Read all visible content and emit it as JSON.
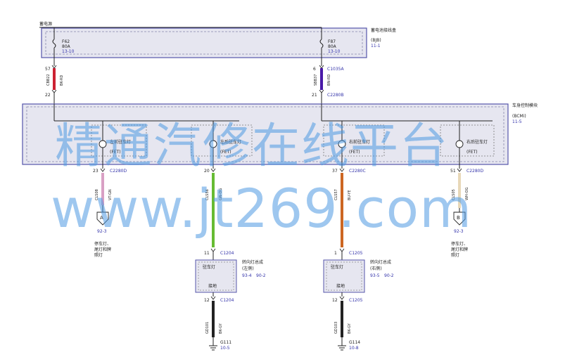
{
  "colors": {
    "frame": "#5555aa",
    "box_fill": "#e6e6f0",
    "wire_red": "#cc2233",
    "wire_purple": "#4a1aa8",
    "wire_pink": "#d9a0c4",
    "wire_green": "#66bb33",
    "wire_orange": "#cc6622",
    "wire_tan": "#e8d8b8",
    "wire_black": "#222222",
    "label_blue": "#3333aa",
    "watermark": "#4f9be3"
  },
  "top": {
    "power_label": "蓄电源",
    "fuse_left": {
      "name": "F62",
      "rating": "80A",
      "ref": "13-10"
    },
    "fuse_right": {
      "name": "F87",
      "rating": "80A",
      "ref": "13-10"
    },
    "box_title": "蓄电池接线盒",
    "box_sub": "(BJB)",
    "box_ref": "11-1"
  },
  "links": {
    "left": {
      "pin_top": "57",
      "pin_bottom": "22",
      "code": "CBB22",
      "color": "BK-RD"
    },
    "right": {
      "pin_top": "6",
      "conn_top": "C1035A",
      "pin_bottom": "21",
      "conn_bottom": "C2280B",
      "code": "SBB37",
      "color": "BN-RD"
    }
  },
  "bcm": {
    "title": "车身控制模块",
    "sub": "(BCMi)",
    "ref": "11-5",
    "outputs": [
      {
        "label": "左前驻车灯",
        "fet": "(FET)",
        "pin": "23",
        "conn": "C2280D",
        "code": "CLS08",
        "color": "VT-GN"
      },
      {
        "label": "左后驻车灯",
        "fet": "(FET)",
        "pin": "20",
        "conn": "",
        "code": "CLS56",
        "color": "GN-OG"
      },
      {
        "label": "右前驻车灯",
        "fet": "(FET)",
        "pin": "37",
        "conn": "C2280C",
        "code": "CLS57",
        "color": "BU-YE"
      },
      {
        "label": "右后驻车灯",
        "fet": "(FET)",
        "pin": "51",
        "conn": "C2280D",
        "code": "CLS05",
        "color": "WH-OG"
      }
    ]
  },
  "offpage": {
    "a": {
      "letter": "A",
      "ref": "92-3",
      "text1": "停车灯、",
      "text2": "尾灯和牌",
      "text3": "照灯"
    },
    "b": {
      "letter": "B",
      "ref": "92-3",
      "text1": "停车灯、",
      "text2": "尾灯和牌",
      "text3": "照灯"
    }
  },
  "lamps": [
    {
      "pin_in": "11",
      "conn_in": "C1204",
      "lamp": "驻车灯",
      "ground": "接地",
      "pin_out": "12",
      "conn_out": "C1204",
      "title": "转向灯总成",
      "side": "(左侧)",
      "ref1": "93-4",
      "ref2": "90-2",
      "gnd_code": "GD101",
      "gnd_color": "BK-GY",
      "gnd": "G111",
      "gnd_ref": "10-5"
    },
    {
      "pin_in": "1",
      "conn_in": "C1205",
      "lamp": "驻车灯",
      "ground": "接地",
      "pin_out": "12",
      "conn_out": "C1205",
      "title": "转向灯总成",
      "side": "(右侧)",
      "ref1": "93-5",
      "ref2": "90-2",
      "gnd_code": "GD103",
      "gnd_color": "BK-GY",
      "gnd": "G114",
      "gnd_ref": "10-8"
    }
  ],
  "watermark": {
    "line1": "精通汽修在线平台",
    "line2": "www.jt269.com"
  }
}
